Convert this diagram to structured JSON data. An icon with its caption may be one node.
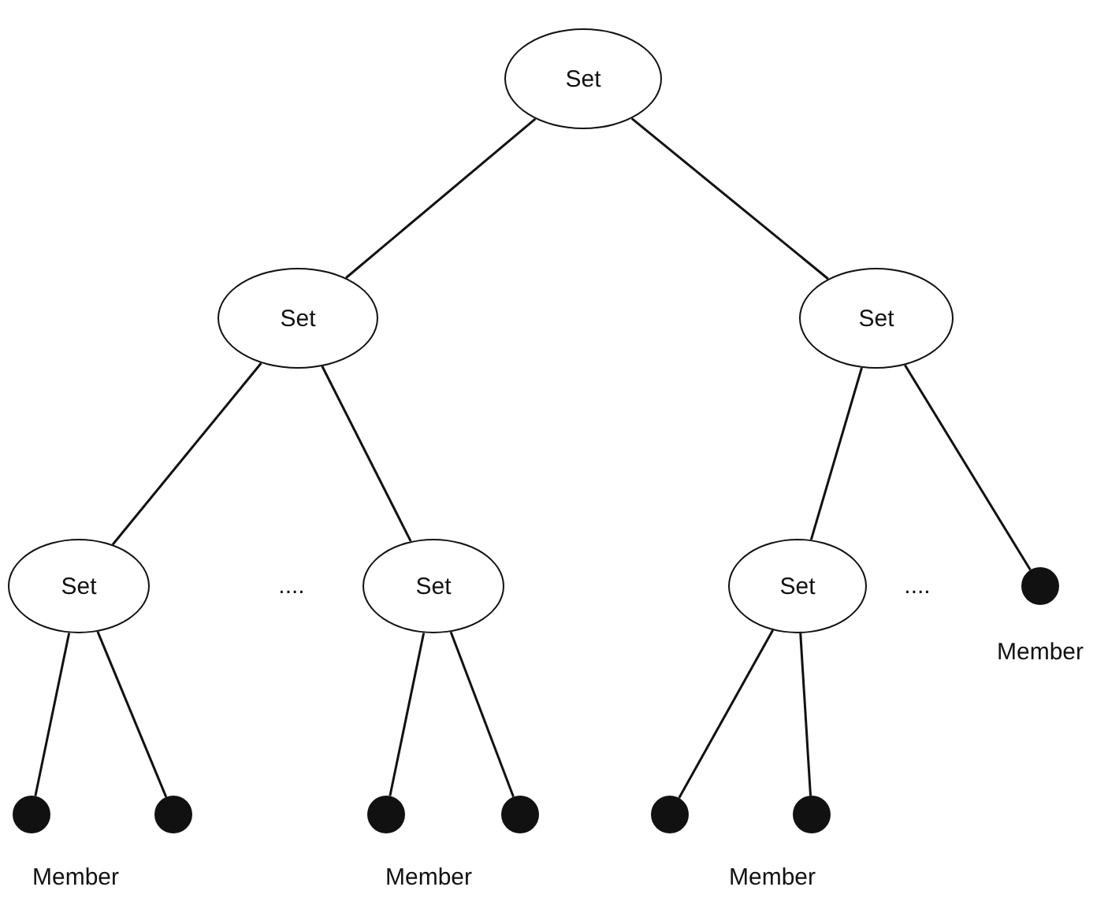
{
  "diagram": {
    "nodes": [
      {
        "text": [
          "Set"
        ]
      },
      {
        "text": [
          "Set"
        ]
      },
      {
        "text": [
          "Set"
        ]
      },
      {
        "text": [
          "Set"
        ]
      },
      {
        "text": [
          "Set"
        ]
      },
      {
        "text": [
          "Set"
        ]
      },
      {
        "text": [],
        "shape": "circle",
        "beside": [
          "Member"
        ]
      },
      {
        "text": [],
        "shape": "circle"
      },
      {
        "text": [],
        "shape": "circle"
      },
      {
        "text": [],
        "shape": "circle"
      },
      {
        "text": [],
        "shape": "circle"
      },
      {
        "text": [],
        "shape": "circle"
      },
      {
        "text": [],
        "shape": "circle"
      }
    ],
    "edges": [
      {
        "from": 0,
        "to": 1,
        "arrow": "none"
      },
      {
        "from": 0,
        "to": 2,
        "arrow": "none"
      },
      {
        "from": 1,
        "to": 3,
        "arrow": "none"
      },
      {
        "from": 1,
        "to": 4,
        "arrow": "none"
      },
      {
        "from": 2,
        "to": 5,
        "arrow": "none"
      },
      {
        "from": 2,
        "to": 6,
        "arrow": "none"
      },
      {
        "from": 3,
        "to": 7,
        "arrow": "none"
      },
      {
        "from": 3,
        "to": 8,
        "arrow": "none"
      },
      {
        "from": 4,
        "to": 9,
        "arrow": "none"
      },
      {
        "from": 4,
        "to": 10,
        "arrow": "none"
      },
      {
        "from": 5,
        "to": 11,
        "arrow": "none"
      },
      {
        "from": 5,
        "to": 12,
        "arrow": "none"
      }
    ],
    "labels": [
      "....",
      "....",
      "Member",
      "Member",
      "Member"
    ]
  }
}
